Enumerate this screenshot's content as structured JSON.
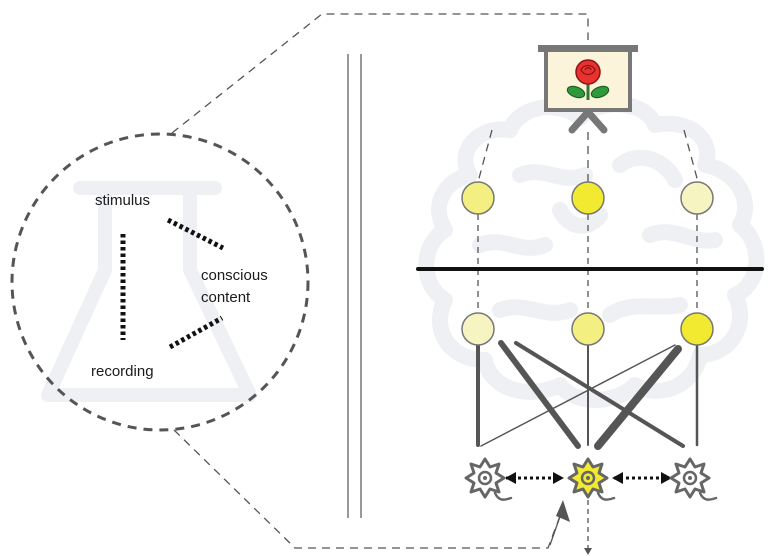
{
  "labels": {
    "stimulus": "stimulus",
    "conscious_line1": "conscious",
    "conscious_line2": "content",
    "recording": "recording"
  },
  "icons": {
    "screen": "projection-screen-icon",
    "flower": "rose-icon",
    "background_brain": "brain-watermark-icon",
    "background_flask": "flask-watermark-icon",
    "neuron": "neuron-icon"
  },
  "colors": {
    "line": "#555555",
    "dashed": "#555555",
    "node_bright": "#f2ea30",
    "node_mid": "#f3ef80",
    "node_pale": "#f6f4c0",
    "node_stroke": "#777777",
    "rose_red": "#e8322f",
    "leaf_green": "#2f9a3c",
    "screen_fill": "#fbf3da",
    "screen_frame": "#777777",
    "watermark": "#eef0f3"
  }
}
